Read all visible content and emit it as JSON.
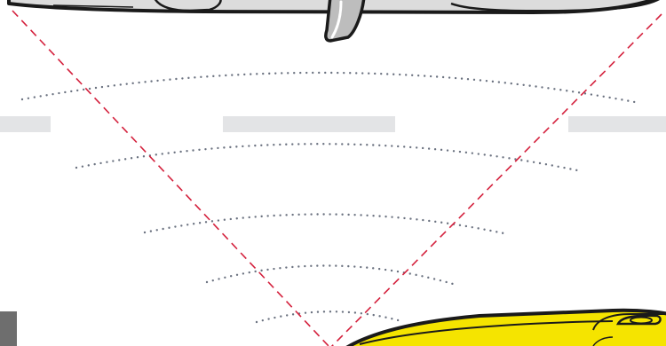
{
  "scene": {
    "type": "sensor-coverage-illustration",
    "background_color": "#ffffff"
  },
  "vehicles": {
    "top_vehicle": {
      "body_color": "#dcdcdc",
      "outline_color": "#1a1a1a",
      "view": "top-down",
      "cropped_at": "top"
    },
    "bottom_vehicle": {
      "body_color": "#f5e400",
      "outline_color": "#1a1a1a",
      "view": "top-down",
      "cropped_at": "bottom-right"
    },
    "corner_object": {
      "color": "#6e6e6e",
      "cropped_at": "bottom-left"
    }
  },
  "sensor_field": {
    "boundary_line_color": "#d4213d",
    "boundary_line_style": "dashed",
    "range_arc_color": "#6b7280",
    "range_arc_style": "dotted",
    "range_arc_count": 5
  },
  "lane_markings": {
    "color": "#e3e4e6",
    "count": 3
  }
}
